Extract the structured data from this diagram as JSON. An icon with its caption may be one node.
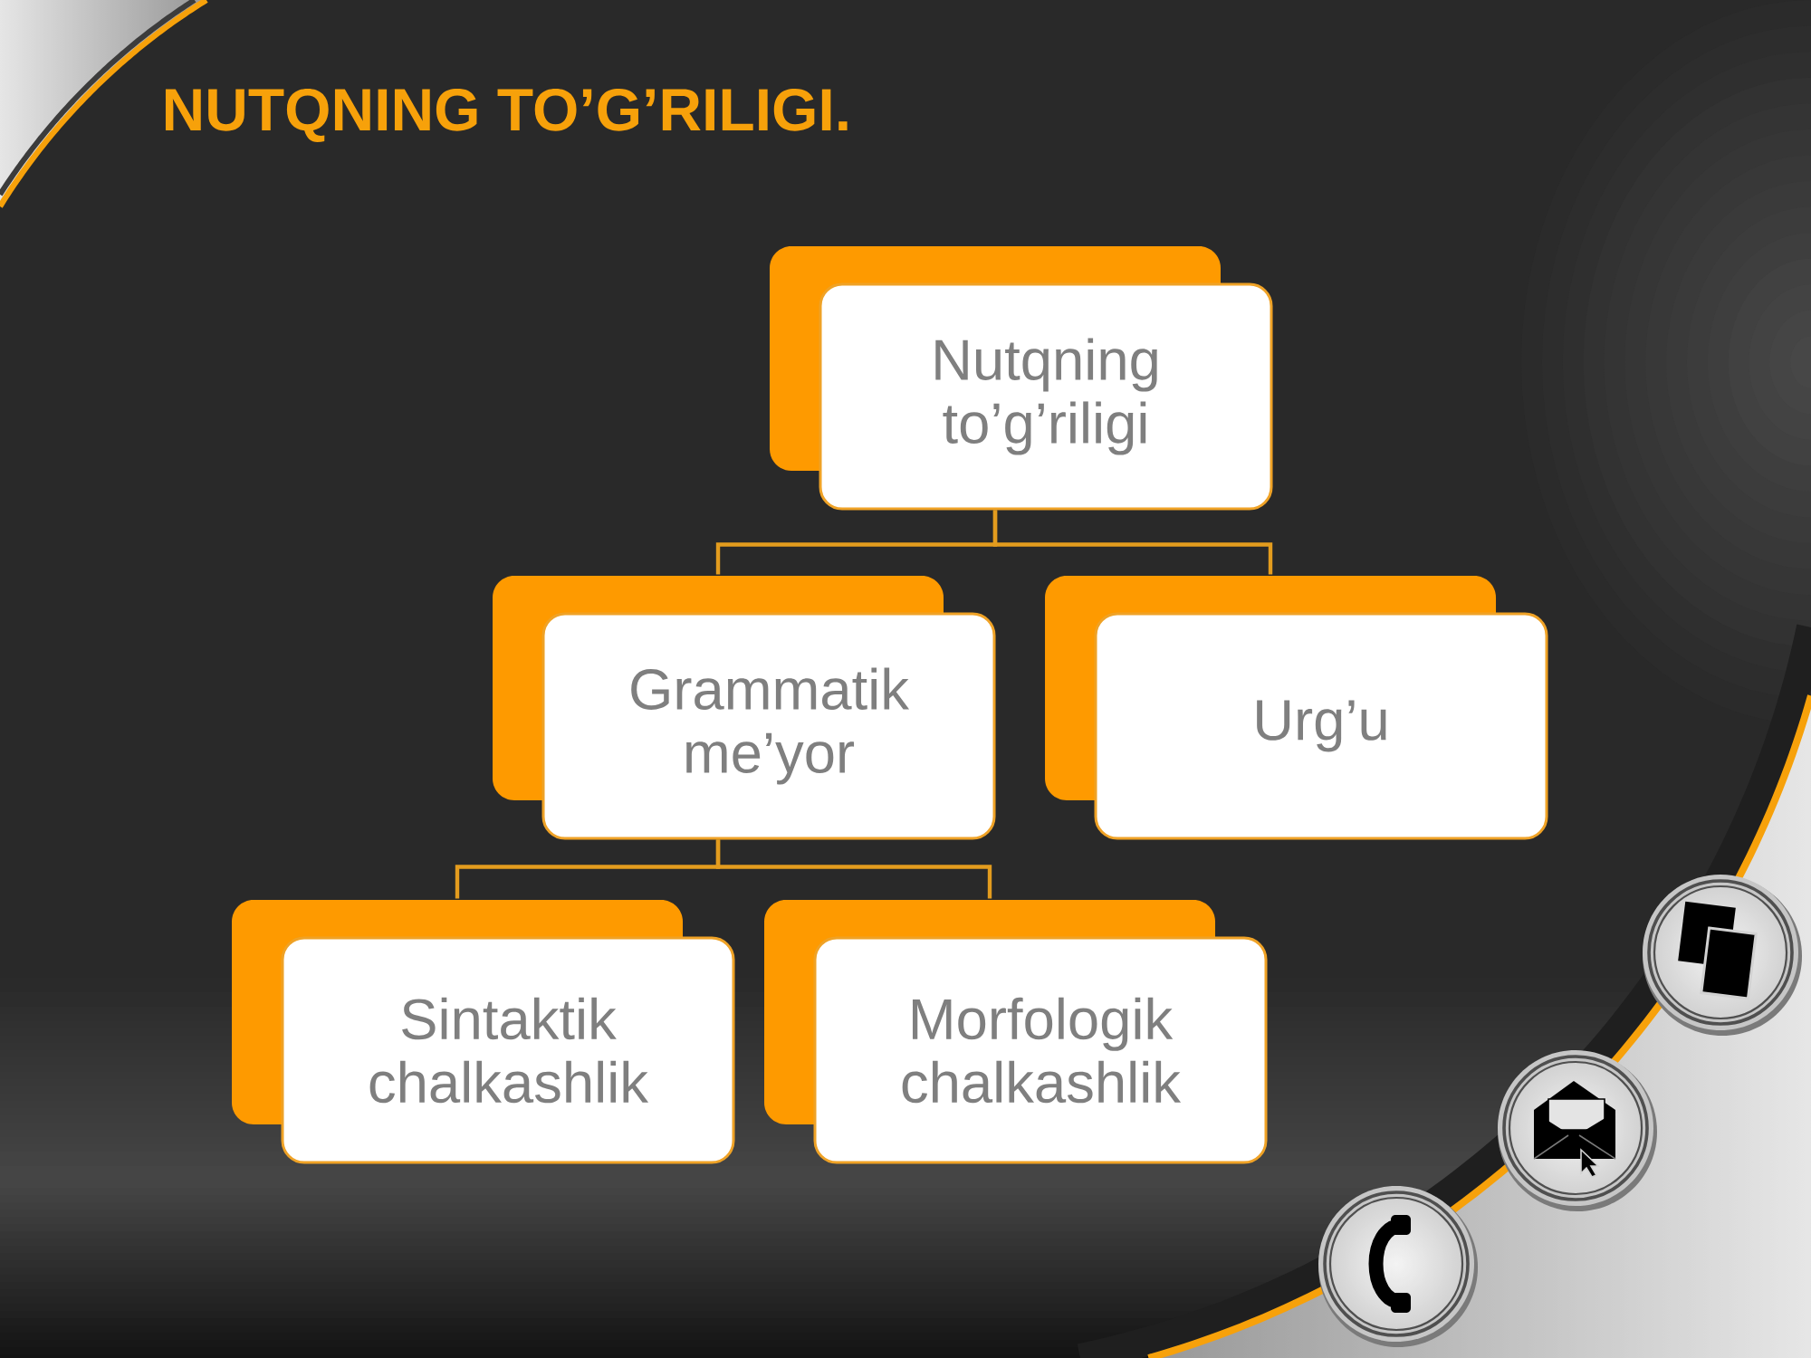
{
  "diagram": {
    "title": "NUTQNING TO’G’RILIGI.",
    "nodes": [
      {
        "text": [
          "Nutqning to’g’riligi"
        ]
      },
      {
        "text": [
          "Grammatik me’yor"
        ]
      },
      {
        "text": [
          "Urg’u"
        ]
      },
      {
        "text": [
          "Sintaktik chalkashlik"
        ]
      },
      {
        "text": [
          "Morfologik chalkashlik"
        ]
      }
    ],
    "edges": [
      {
        "from": 0,
        "to": 1,
        "arrow": "none"
      },
      {
        "from": 0,
        "to": 2,
        "arrow": "none"
      },
      {
        "from": 1,
        "to": 3,
        "arrow": "none"
      },
      {
        "from": 1,
        "to": 4,
        "arrow": "none"
      }
    ]
  }
}
